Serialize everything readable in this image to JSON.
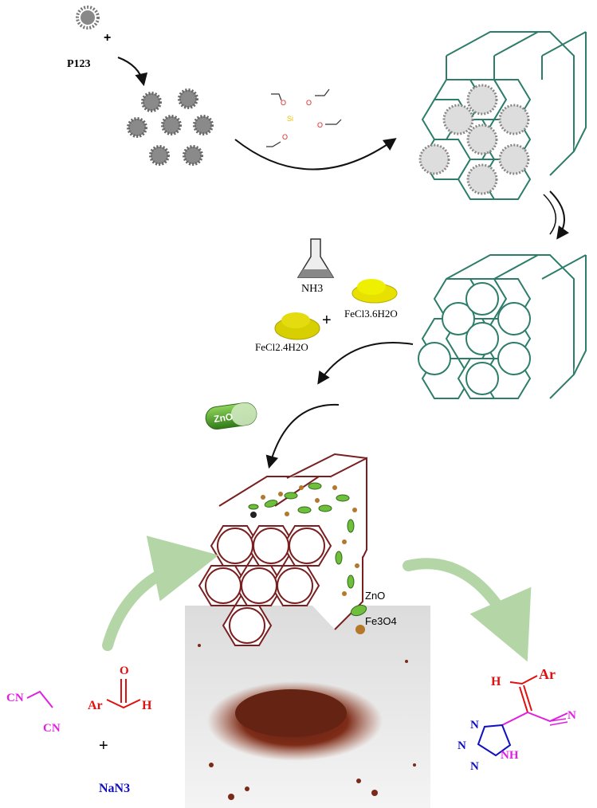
{
  "labels": {
    "p123": "P123",
    "plus1": "+",
    "nh3": "NH3",
    "fecl3": "FeCl3.6H2O",
    "fecl2": "FeCl2.4H2O",
    "plus2": "+",
    "zno_capsule": "ZnO",
    "legend_zno": "ZnO",
    "legend_fe3o4": "Fe3O4",
    "cn_a": "CN",
    "cn_b": "CN",
    "ar1": "Ar",
    "o": "O",
    "h1": "H",
    "plus3": "+",
    "nan3": "NaN3",
    "h2": "H",
    "ar2": "Ar",
    "n_nitrile": "N",
    "n1": "N",
    "n2": "N",
    "n3": "N",
    "nh": "NH"
  },
  "colors": {
    "teal": "#2e7d6b",
    "maroon": "#7a1f1f",
    "magenta": "#e020e0",
    "red": "#e01010",
    "blue": "#1010c0",
    "green_arrow": "#a8cf98",
    "zno_green": "#6fbe3c",
    "fe_brown": "#b5782a",
    "powder": "#7a2a18"
  },
  "icons": [
    "micelle-icon",
    "erlenmeyer-flask-icon",
    "iron-salt-pile-icon",
    "zno-capsule-icon",
    "teos-molecule-icon"
  ]
}
